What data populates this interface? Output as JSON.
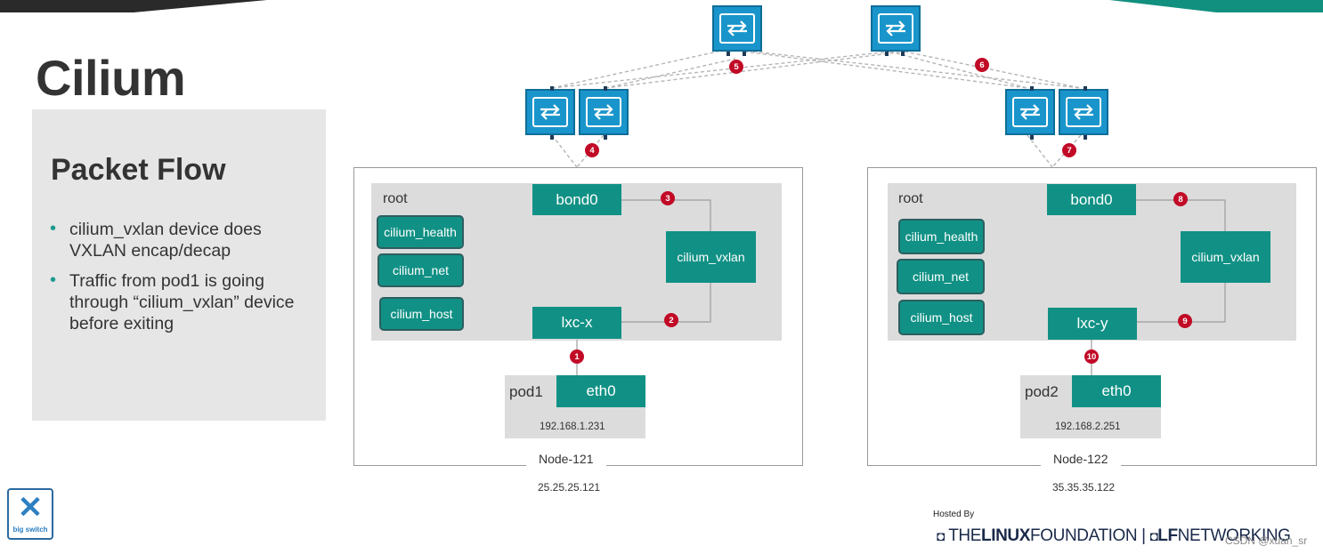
{
  "slide": {
    "title": "Cilium",
    "section_title": "Packet Flow",
    "bullets": [
      "cilium_vxlan device does VXLAN encap/decap",
      "Traffic from pod1 is going through “cilium_vxlan” device before exiting"
    ]
  },
  "nodes": [
    {
      "name": "Node-121",
      "ip": "25.25.25.121",
      "ns_label": "root",
      "bond": "bond0",
      "vxlan": "cilium_vxlan",
      "lxc": "lxc-x",
      "devices": [
        "cilium_health",
        "cilium_net",
        "cilium_host"
      ],
      "pod": "pod1",
      "eth": "eth0",
      "pod_ip": "192.168.1.231"
    },
    {
      "name": "Node-122",
      "ip": "35.35.35.122",
      "ns_label": "root",
      "bond": "bond0",
      "vxlan": "cilium_vxlan",
      "lxc": "lxc-y",
      "devices": [
        "cilium_health",
        "cilium_net",
        "cilium_host"
      ],
      "pod": "pod2",
      "eth": "eth0",
      "pod_ip": "192.168.2.251"
    }
  ],
  "steps": [
    "1",
    "2",
    "3",
    "4",
    "5",
    "6",
    "7",
    "8",
    "9",
    "10"
  ],
  "icons": {
    "switch": "switch-icon",
    "logo": "big-switch-logo"
  },
  "footer": {
    "hosted": "Hosted By",
    "lf_the": "THE",
    "lf_linux": "LINUX",
    "lf_foundation": "FOUNDATION",
    "sep": "|",
    "lfn_bold": "LF",
    "lfn_rest": "NETWORKING",
    "logo_text": "big switch",
    "watermark": "CSDN @xuan_sr"
  },
  "colors": {
    "teal": "#119185",
    "badge": "#c10a26",
    "switch": "#1995cb",
    "panel": "#e6e6e6"
  }
}
